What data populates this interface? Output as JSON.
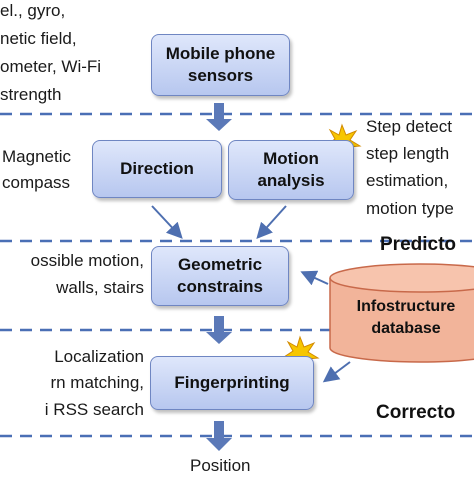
{
  "top_left_text": [
    "el., gyro,",
    "netic field,",
    "ometer, Wi-Fi",
    "strength"
  ],
  "boxes": {
    "sensors": [
      "Mobile phone",
      "sensors"
    ],
    "direction": "Direction",
    "motion": [
      "Motion",
      "analysis"
    ],
    "geometric": [
      "Geometric",
      "constrains"
    ],
    "database": [
      "Infostructure",
      "database"
    ],
    "fingerprinting": "Fingerprinting"
  },
  "left_notes": {
    "compass": [
      "Magnetic",
      "compass"
    ],
    "geometry": [
      "ossible motion,",
      "walls, stairs"
    ],
    "localization": [
      "Localization",
      "rn matching,",
      "i RSS search"
    ]
  },
  "right_notes": {
    "step": [
      "Step detect",
      "step length",
      "estimation,",
      "motion type"
    ]
  },
  "stage_labels": {
    "predictor": "Predicto",
    "corrector": "Correcto"
  },
  "output": "Position",
  "colors": {
    "box_border": "#6f86c2",
    "arrow": "#5b79b8",
    "dash": "#4a6fb5",
    "db_fill": "#f2b49a",
    "db_border": "#c8694a",
    "star": "#f7c600"
  }
}
